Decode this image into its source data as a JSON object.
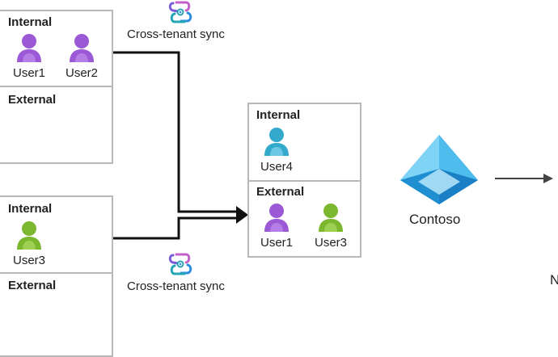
{
  "colors": {
    "border": "#b8b8b8",
    "user_purple": "#9b59d6",
    "user_green": "#7cb82f",
    "user_teal": "#33aacc",
    "contoso_blue": "#2ea7e0"
  },
  "tenant_top": {
    "internal_label": "Internal",
    "external_label": "External",
    "users": [
      {
        "label": "User1",
        "icon": "user-purple-icon"
      },
      {
        "label": "User2",
        "icon": "user-purple-icon"
      }
    ]
  },
  "tenant_bottom": {
    "internal_label": "Internal",
    "external_label": "External",
    "users": [
      {
        "label": "User3",
        "icon": "user-green-icon"
      }
    ]
  },
  "tenant_center": {
    "internal_label": "Internal",
    "external_label": "External",
    "internal_users": [
      {
        "label": "User4",
        "icon": "user-teal-icon"
      }
    ],
    "external_users": [
      {
        "label": "User1",
        "icon": "user-purple-icon"
      },
      {
        "label": "User3",
        "icon": "user-green-icon"
      }
    ]
  },
  "sync_top": {
    "label": "Cross-tenant sync",
    "icon": "cross-tenant-sync-icon"
  },
  "sync_bottom": {
    "label": "Cross-tenant sync",
    "icon": "cross-tenant-sync-icon"
  },
  "contoso": {
    "label": "Contoso",
    "icon": "azure-ad-pyramid-icon"
  },
  "edge_text": "N"
}
